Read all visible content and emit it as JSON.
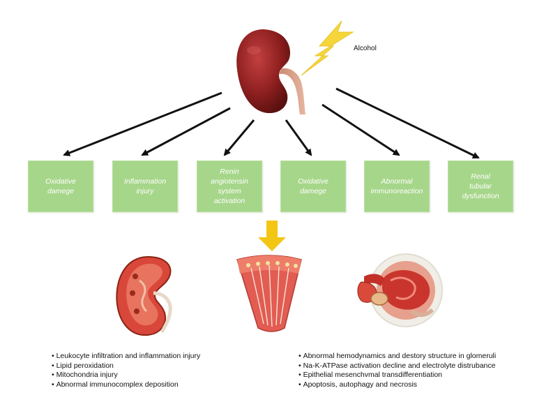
{
  "source_label": "Alcohol",
  "effects": [
    {
      "lines": [
        "Oxidative",
        "damege"
      ]
    },
    {
      "lines": [
        "Inflammation",
        "injury"
      ]
    },
    {
      "lines": [
        "Renin",
        "angiotensin",
        "system",
        "activation"
      ]
    },
    {
      "lines": [
        "Oxidative",
        "damege"
      ]
    },
    {
      "lines": [
        "Abnormal",
        "immunoreaction"
      ]
    },
    {
      "lines": [
        "Renal",
        "tubular",
        "dysfunction"
      ]
    }
  ],
  "left_findings": [
    "Leukocyte infiltration and inflammation injury",
    "Lipid peroxidation",
    "Mitochondria injury",
    "Abnormal immunocomplex deposition"
  ],
  "right_findings": [
    "Abnormal hemodynamics and destory structure in glomeruli",
    "Na-K-ATPase activation decline and electrolyte distrubance",
    "Epithelial mesenchvmal transdifferentiation",
    "Apoptosis, autophagy and necrosis"
  ],
  "colors": {
    "box_fill": "#a6d68a",
    "kidney": "#8e1f1f",
    "lightning": "#f5d63a",
    "arrow_yellow": "#f3c614",
    "arrow_black": "#111111"
  },
  "icons": {
    "top": "kidney-icon",
    "source": "lightning-bolt-icon",
    "section_1": "kidney-cross-section-icon",
    "section_2": "renal-pyramid-icon",
    "section_3": "glomerulus-icon"
  }
}
